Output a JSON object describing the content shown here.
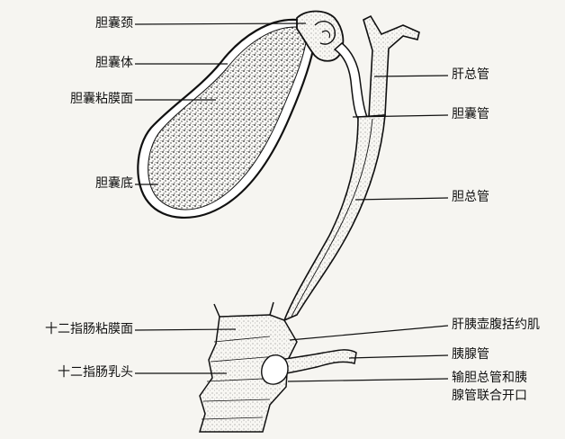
{
  "labels": {
    "gallbladder_neck": "胆囊颈",
    "gallbladder_body": "胆囊体",
    "gallbladder_mucosa": "胆囊粘膜面",
    "gallbladder_fundus": "胆囊底",
    "duodenal_mucosa": "十二指肠粘膜面",
    "duodenal_papilla": "十二指肠乳头",
    "common_hepatic_duct": "肝总管",
    "cystic_duct": "胆囊管",
    "common_bile_duct": "胆总管",
    "sphincter_of_oddi": "肝胰壶腹括约肌",
    "pancreatic_duct": "胰腺管",
    "common_opening_line1": "输胆总管和胰",
    "common_opening_line2": "腺管联合开口"
  },
  "colors": {
    "ink": "#111111",
    "background": "#f6f5f1"
  }
}
